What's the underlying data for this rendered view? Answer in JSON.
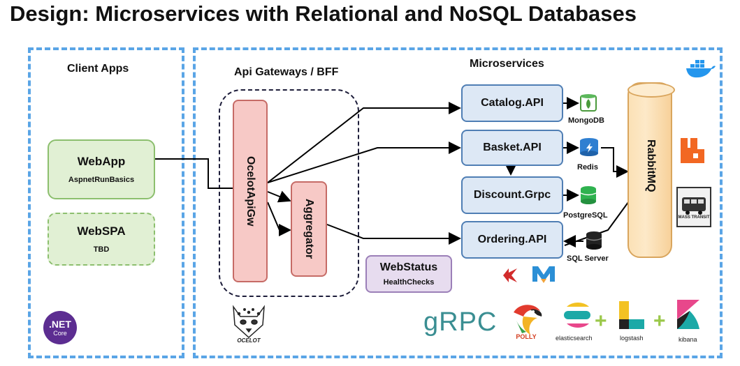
{
  "title": "Design: Microservices with Relational and NoSQL Databases",
  "regions": {
    "client": "Client Apps",
    "gateway": "Api Gateways / BFF",
    "microservices": "Microservices"
  },
  "clients": [
    {
      "name": "WebApp",
      "sub": "AspnetRunBasics"
    },
    {
      "name": "WebSPA",
      "sub": "TBD"
    }
  ],
  "gateway": {
    "ocelot": "OcelotApiGw",
    "aggregator": "Aggregator"
  },
  "services": {
    "catalog": "Catalog.API",
    "basket": "Basket.API",
    "discount": "Discount.Grpc",
    "ordering": "Ordering.API"
  },
  "databases": {
    "mongo": "MongoDB",
    "redis": "Redis",
    "postgres": "PostgreSQL",
    "sqlserver": "SQL Server"
  },
  "broker": "RabbitMQ",
  "status": {
    "name": "WebStatus",
    "sub": "HealthChecks"
  },
  "logos": {
    "dotnet_line1": ".NET",
    "dotnet_line2": "Core",
    "grpc": "gRPC",
    "polly": "POLLY",
    "elasticsearch": "elasticsearch",
    "logstash": "logstash",
    "kibana": "kibana",
    "ocelot": "OCELOT",
    "masstransit": "MASS TRANSIT"
  },
  "colors": {
    "region_border": "#5aa5e6",
    "client_fill": "#e1f0d4",
    "service_fill": "#dde8f5",
    "gateway_fill": "#f7c9c6",
    "broker_fill": "#fde9c8",
    "status_fill": "#e7dcef"
  }
}
